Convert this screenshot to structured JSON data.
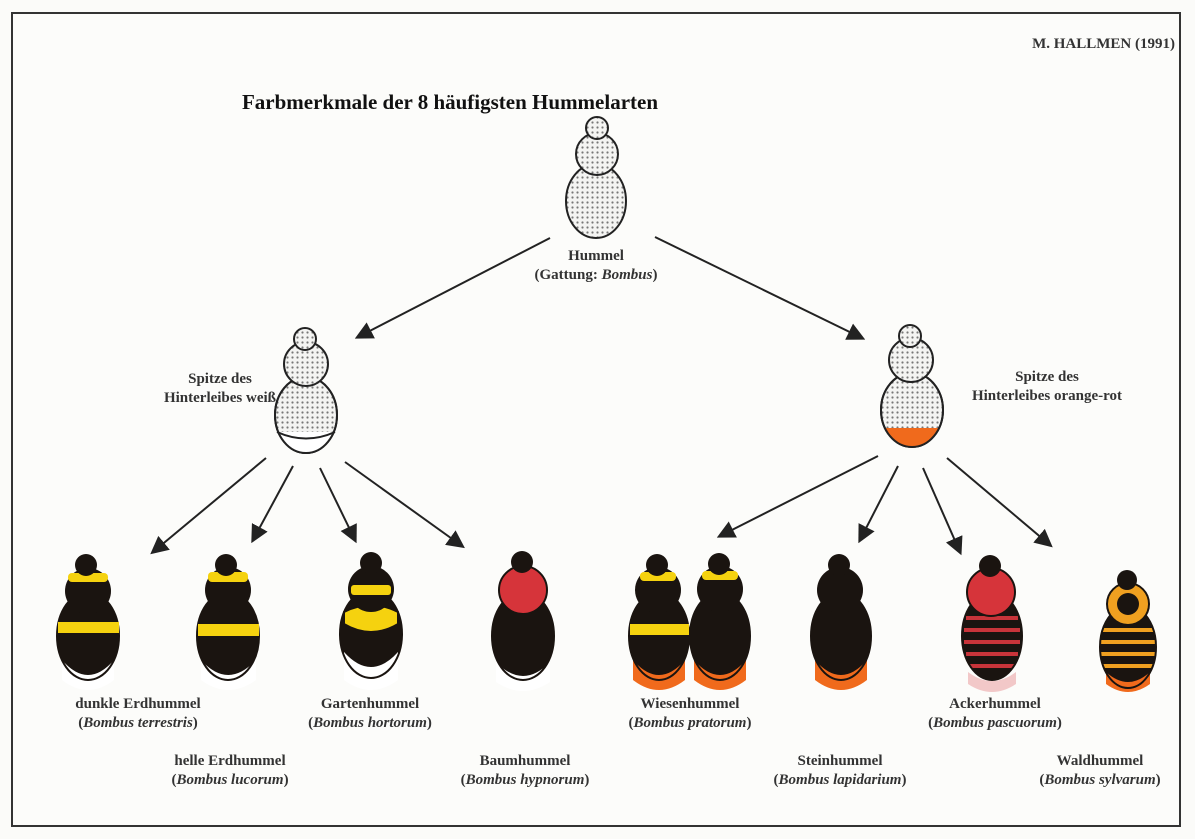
{
  "author": "M. HALLMEN (1991)",
  "title": "Farbmerkmale der 8 häufigsten Hummelarten",
  "root": {
    "name": "Hummel",
    "genus_prefix": "(Gattung: ",
    "genus": "Bombus",
    "genus_suffix": ")"
  },
  "groups": {
    "left": {
      "line1": "Spitze des",
      "line2": "Hinterleibes weiß",
      "tip_color": "#ffffff"
    },
    "right": {
      "line1": "Spitze des",
      "line2": "Hinterleibes orange-rot",
      "tip_color": "#f06a1c"
    }
  },
  "species": [
    {
      "common": "dunkle Erdhummel",
      "latin": "Bombus terrestris"
    },
    {
      "common": "helle Erdhummel",
      "latin": "Bombus lucorum"
    },
    {
      "common": "Gartenhummel",
      "latin": "Bombus hortorum"
    },
    {
      "common": "Baumhummel",
      "latin": "Bombus hypnorum"
    },
    {
      "common": "Wiesenhummel",
      "latin": "Bombus pratorum"
    },
    {
      "common": "Steinhummel",
      "latin": "Bombus lapidarium"
    },
    {
      "common": "Ackerhummel",
      "latin": "Bombus pascuorum"
    },
    {
      "common": "Waldhummel",
      "latin": "Bombus sylvarum"
    }
  ],
  "colors": {
    "black": "#1a1410",
    "yellow": "#f5d20f",
    "red": "#d6343a",
    "orange": "#f06a1c",
    "white": "#ffffff",
    "ochre": "#f0a020",
    "stipple": "#888888"
  }
}
